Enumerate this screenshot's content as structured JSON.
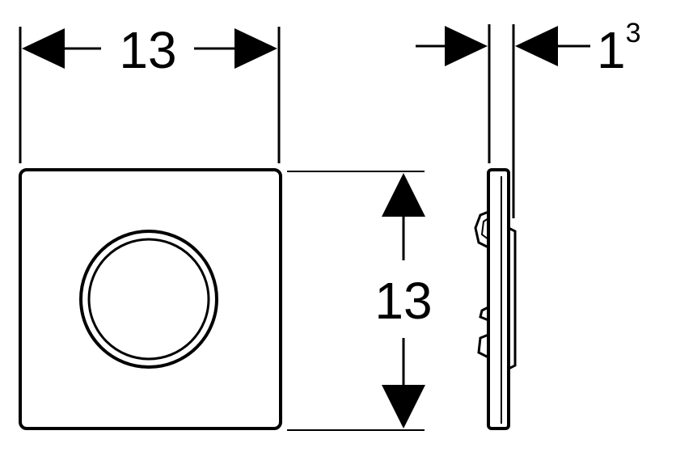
{
  "drawing": {
    "width_label": "13",
    "height_label": "13",
    "depth_label": {
      "main": "1",
      "superscript": "3"
    }
  },
  "colors": {
    "stroke": "#000000",
    "background": "#ffffff"
  }
}
